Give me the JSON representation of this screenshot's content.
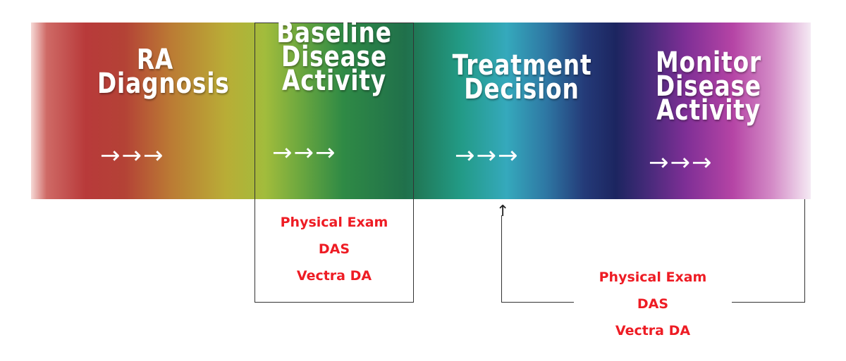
{
  "stages": [
    {
      "title_lines": [
        "RA",
        "Diagnosis"
      ],
      "arrows": "→→→"
    },
    {
      "title_lines": [
        "Baseline",
        "Disease",
        "Activity"
      ],
      "arrows": "→→→"
    },
    {
      "title_lines": [
        "Treatment",
        "Decision"
      ],
      "arrows": "→→→"
    },
    {
      "title_lines": [
        "Monitor",
        "Disease",
        "Activity"
      ],
      "arrows": "→→→"
    }
  ],
  "baseline_measures": [
    "Physical Exam",
    "DAS",
    "Vectra DA"
  ],
  "monitor_measures": [
    "Physical Exam",
    "DAS",
    "Vectra DA"
  ],
  "feedback_arrow": "↑",
  "colors": {
    "measure_text": "#ee1c24",
    "stage_text": "#ffffff",
    "outline": "#333333"
  }
}
